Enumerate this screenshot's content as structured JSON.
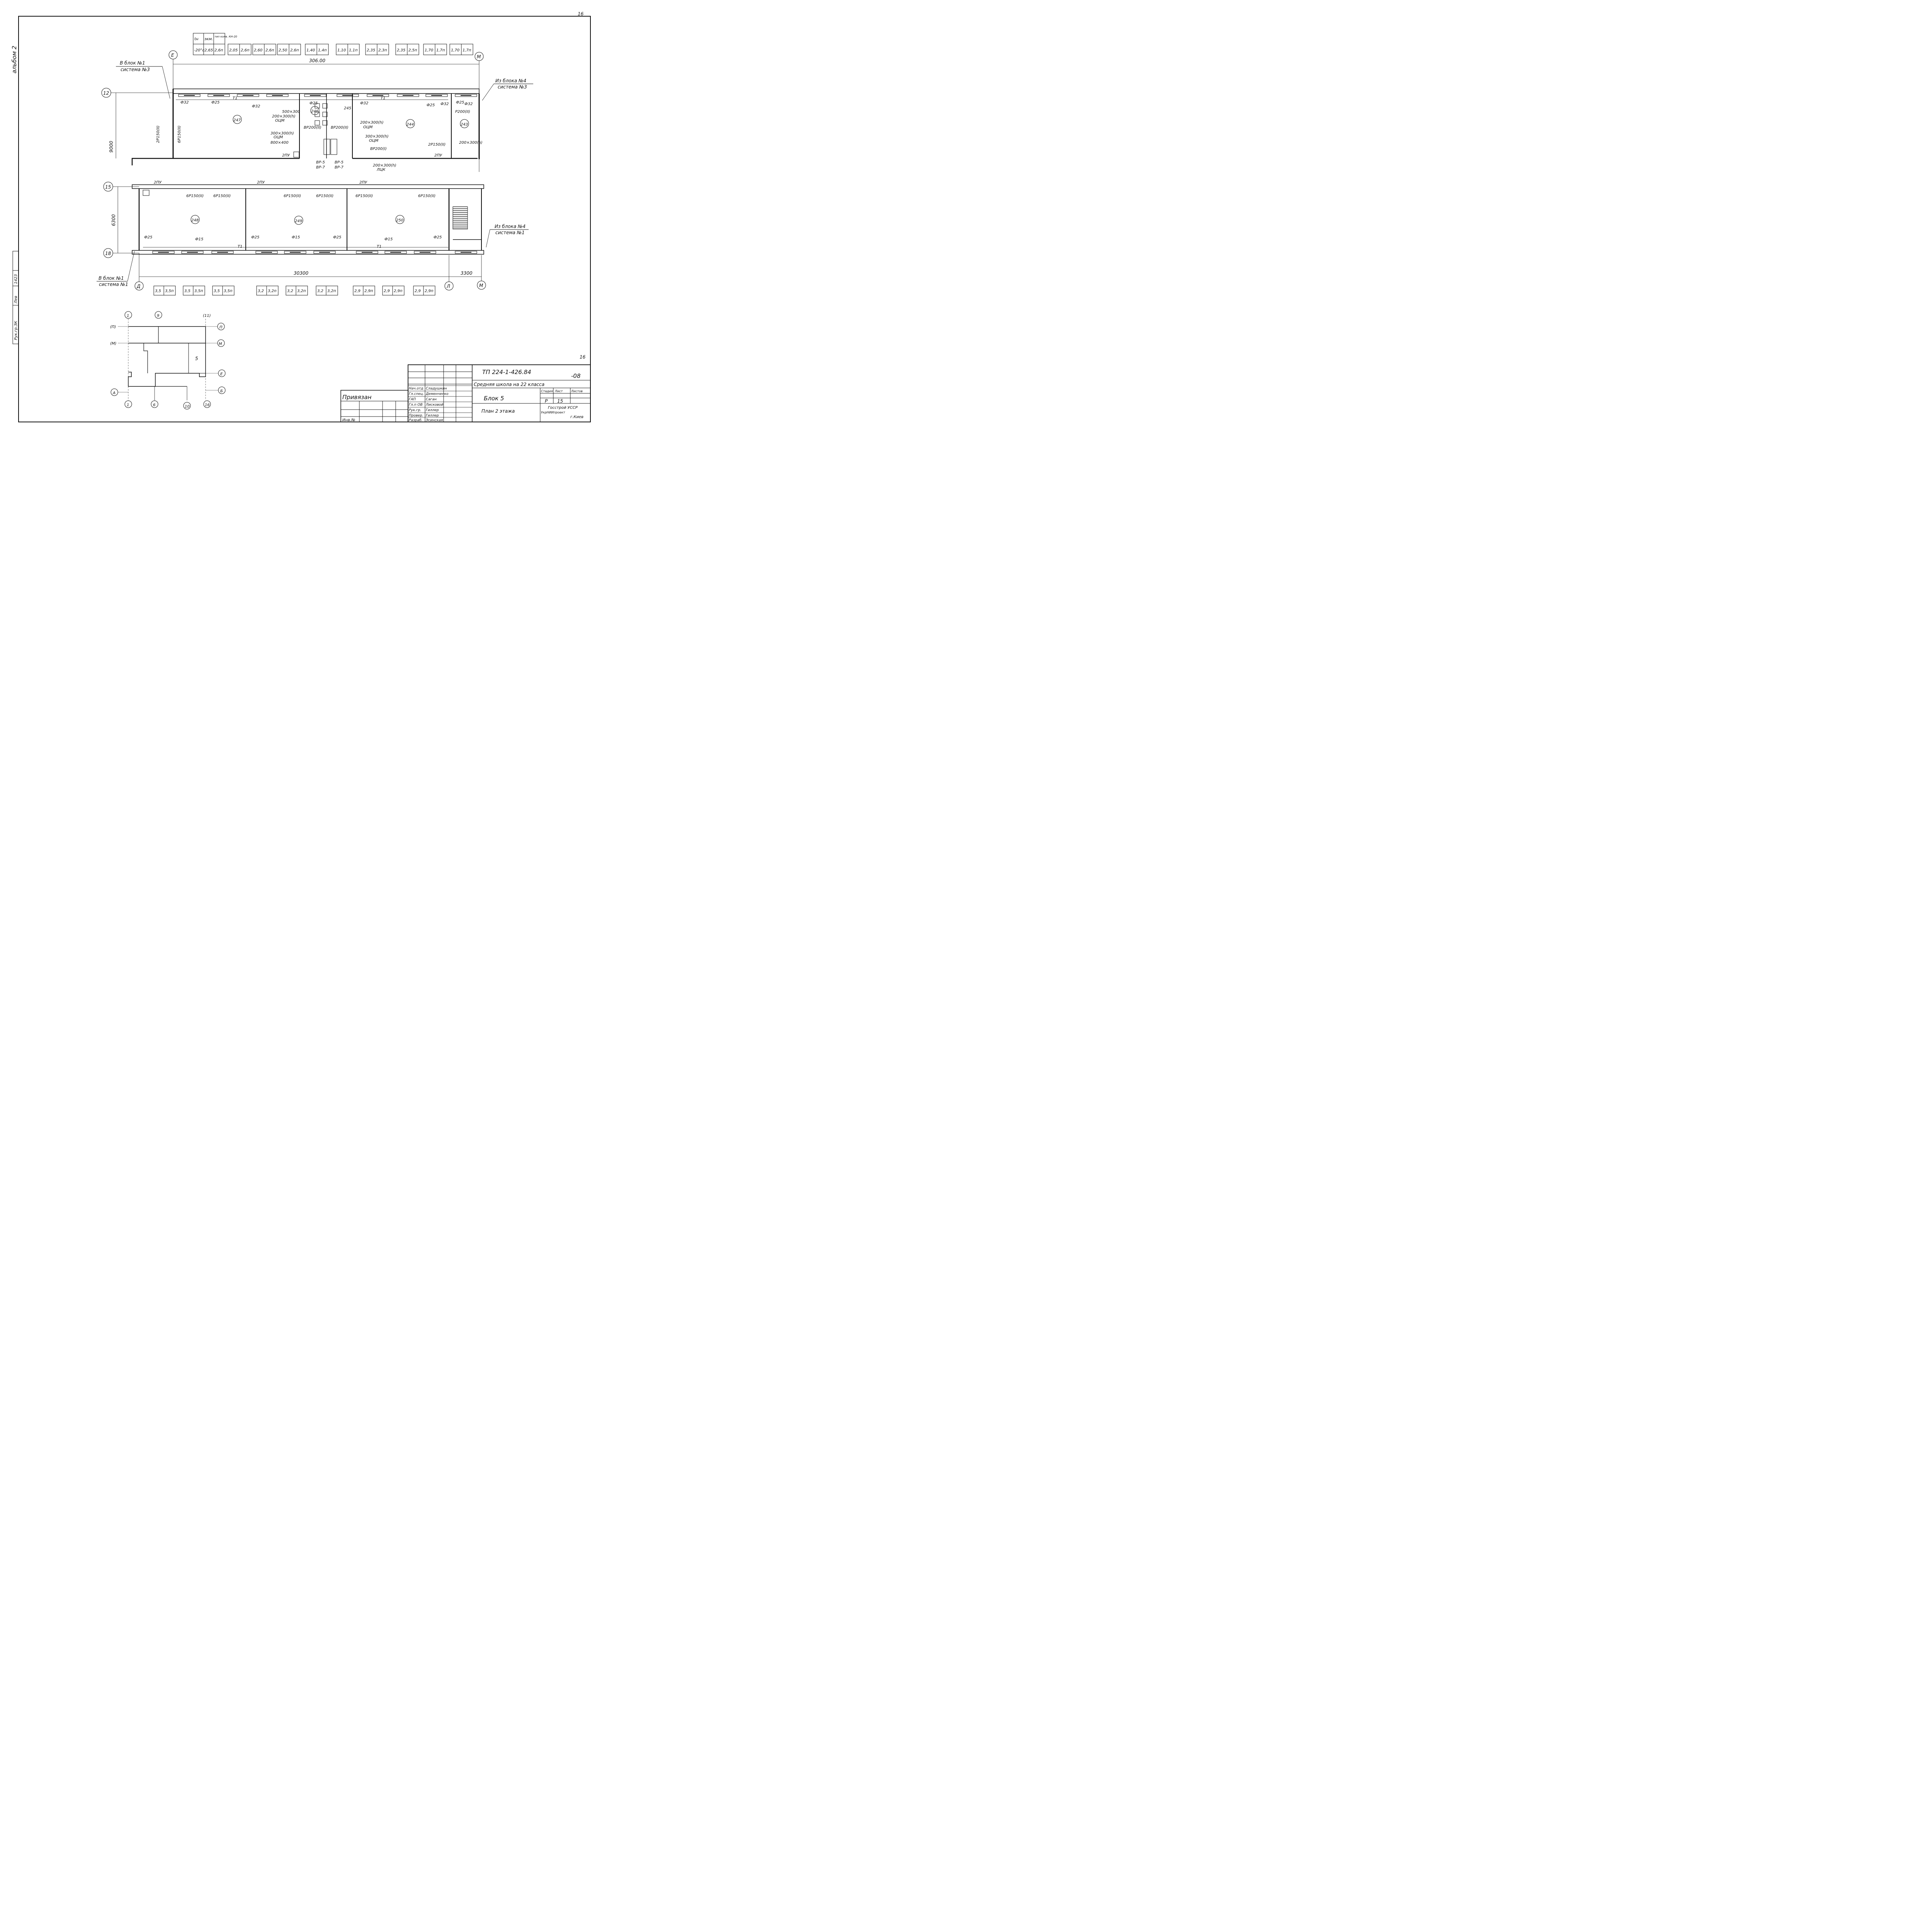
{
  "sheet": {
    "album": "альбом 2",
    "corner_num": "16",
    "sheet_mark": "16"
  },
  "top_table": {
    "headers": [
      "tн",
      "экм.",
      "тип конв. КН-20"
    ],
    "first": [
      "-20°c",
      "2,65",
      "2,6п"
    ],
    "pairs": [
      [
        "2,05",
        "2,6п"
      ],
      [
        "2,60",
        "2,6п"
      ],
      [
        "2,50",
        "2,6п"
      ],
      [
        "1,40",
        "1,4п"
      ],
      [
        "1,10",
        "1,1п"
      ],
      [
        "2,35",
        "2,3п"
      ],
      [
        "2,35",
        "2,5п"
      ],
      [
        "1,70",
        "1,7п"
      ],
      [
        "1,70",
        "1,7п"
      ]
    ]
  },
  "bottom_table": {
    "pairs": [
      [
        "3,5",
        "3,5п"
      ],
      [
        "3,5",
        "3,5п"
      ],
      [
        "3,5",
        "3,5п"
      ],
      [
        "3,2",
        "3,2п"
      ],
      [
        "3,2",
        "3,2п"
      ],
      [
        "3,2",
        "3,2п"
      ],
      [
        "2,9",
        "2,9п"
      ],
      [
        "2,9",
        "2,9п"
      ],
      [
        "2,9",
        "2,9п"
      ]
    ]
  },
  "axes": {
    "E": "Е",
    "M": "М",
    "D": "Д",
    "L": "Л",
    "M2": "М",
    "r12": "12",
    "r15": "15",
    "r18": "18"
  },
  "dims": {
    "top": "306.00",
    "bottom": "30300",
    "bottom_right": "3300",
    "left_top": "9000",
    "left_bottom": "6300"
  },
  "notes": {
    "to_block1_top": "В блок №1",
    "sys3_top": "система №3",
    "from_block4_top": "Из блока №4",
    "sys3_right": "система №3",
    "from_block4_bot": "Из блока №4",
    "sys1_right": "система №1",
    "to_block1_bot": "В блок №1",
    "sys1_left": "система №1"
  },
  "rooms": [
    "247",
    "246",
    "245",
    "244",
    "243",
    "248",
    "249",
    "250"
  ],
  "labels": {
    "d32": "Ф32",
    "d25": "Ф25",
    "d15": "Ф15",
    "t1": "Т1",
    "p150v": "2Р150(II)",
    "bp150v": "6Р150(II)",
    "p200": "Р200(II)",
    "bp200": "ВР200(I)",
    "r200x300": "200×300(h)",
    "r300x300": "300×300(h)",
    "r800x400": "800×400",
    "ozm": "ОЦМ",
    "lzk": "ЛЦК",
    "vr5": "ВР-5",
    "vr7": "ВР-7",
    "pu": "2ПУ",
    "bp150h": "6Р150(II)",
    "bp200w": "ВР200(II)",
    "r500": "500×300"
  },
  "key_plan": {
    "cols": [
      "1",
      "9",
      "(11)",
      "1",
      "6",
      "10",
      "16"
    ],
    "rows": [
      "(П)",
      "П",
      "(М)",
      "М",
      "Е",
      "А",
      "Б"
    ],
    "block": "5"
  },
  "title_block": {
    "code": "ТП 224-1-426.84",
    "suffix": "-08",
    "project": "Средняя школа на 22 класса",
    "block": "Блок 5",
    "sheet_title": "План 2 этажа",
    "bound": "Привязан",
    "inv": "Инв.№",
    "stage_h": "Стадия",
    "sheet_h": "Лист",
    "sheets_h": "Листов",
    "stage": "Р",
    "sheet": "15",
    "org": "Госстрой УССР",
    "org2": "УкрНИИпроект",
    "city": "г.Киев",
    "roles": [
      {
        "role": "Нач.отд",
        "name": "Сладушкин"
      },
      {
        "role": "Гл.спец.",
        "name": "Деменченко"
      },
      {
        "role": "ГАП",
        "name": "Саган"
      },
      {
        "role": "Гл.п ОВ",
        "name": "Лисковой"
      },
      {
        "role": "Рук.гр.",
        "name": "Гиллер"
      },
      {
        "role": "Провер.",
        "name": "Гиллер"
      },
      {
        "role": "Разраб.",
        "name": "Эсинская"
      }
    ]
  },
  "margin_stamp": [
    "Рук.гр.ЗК",
    "Лев",
    "1423"
  ]
}
